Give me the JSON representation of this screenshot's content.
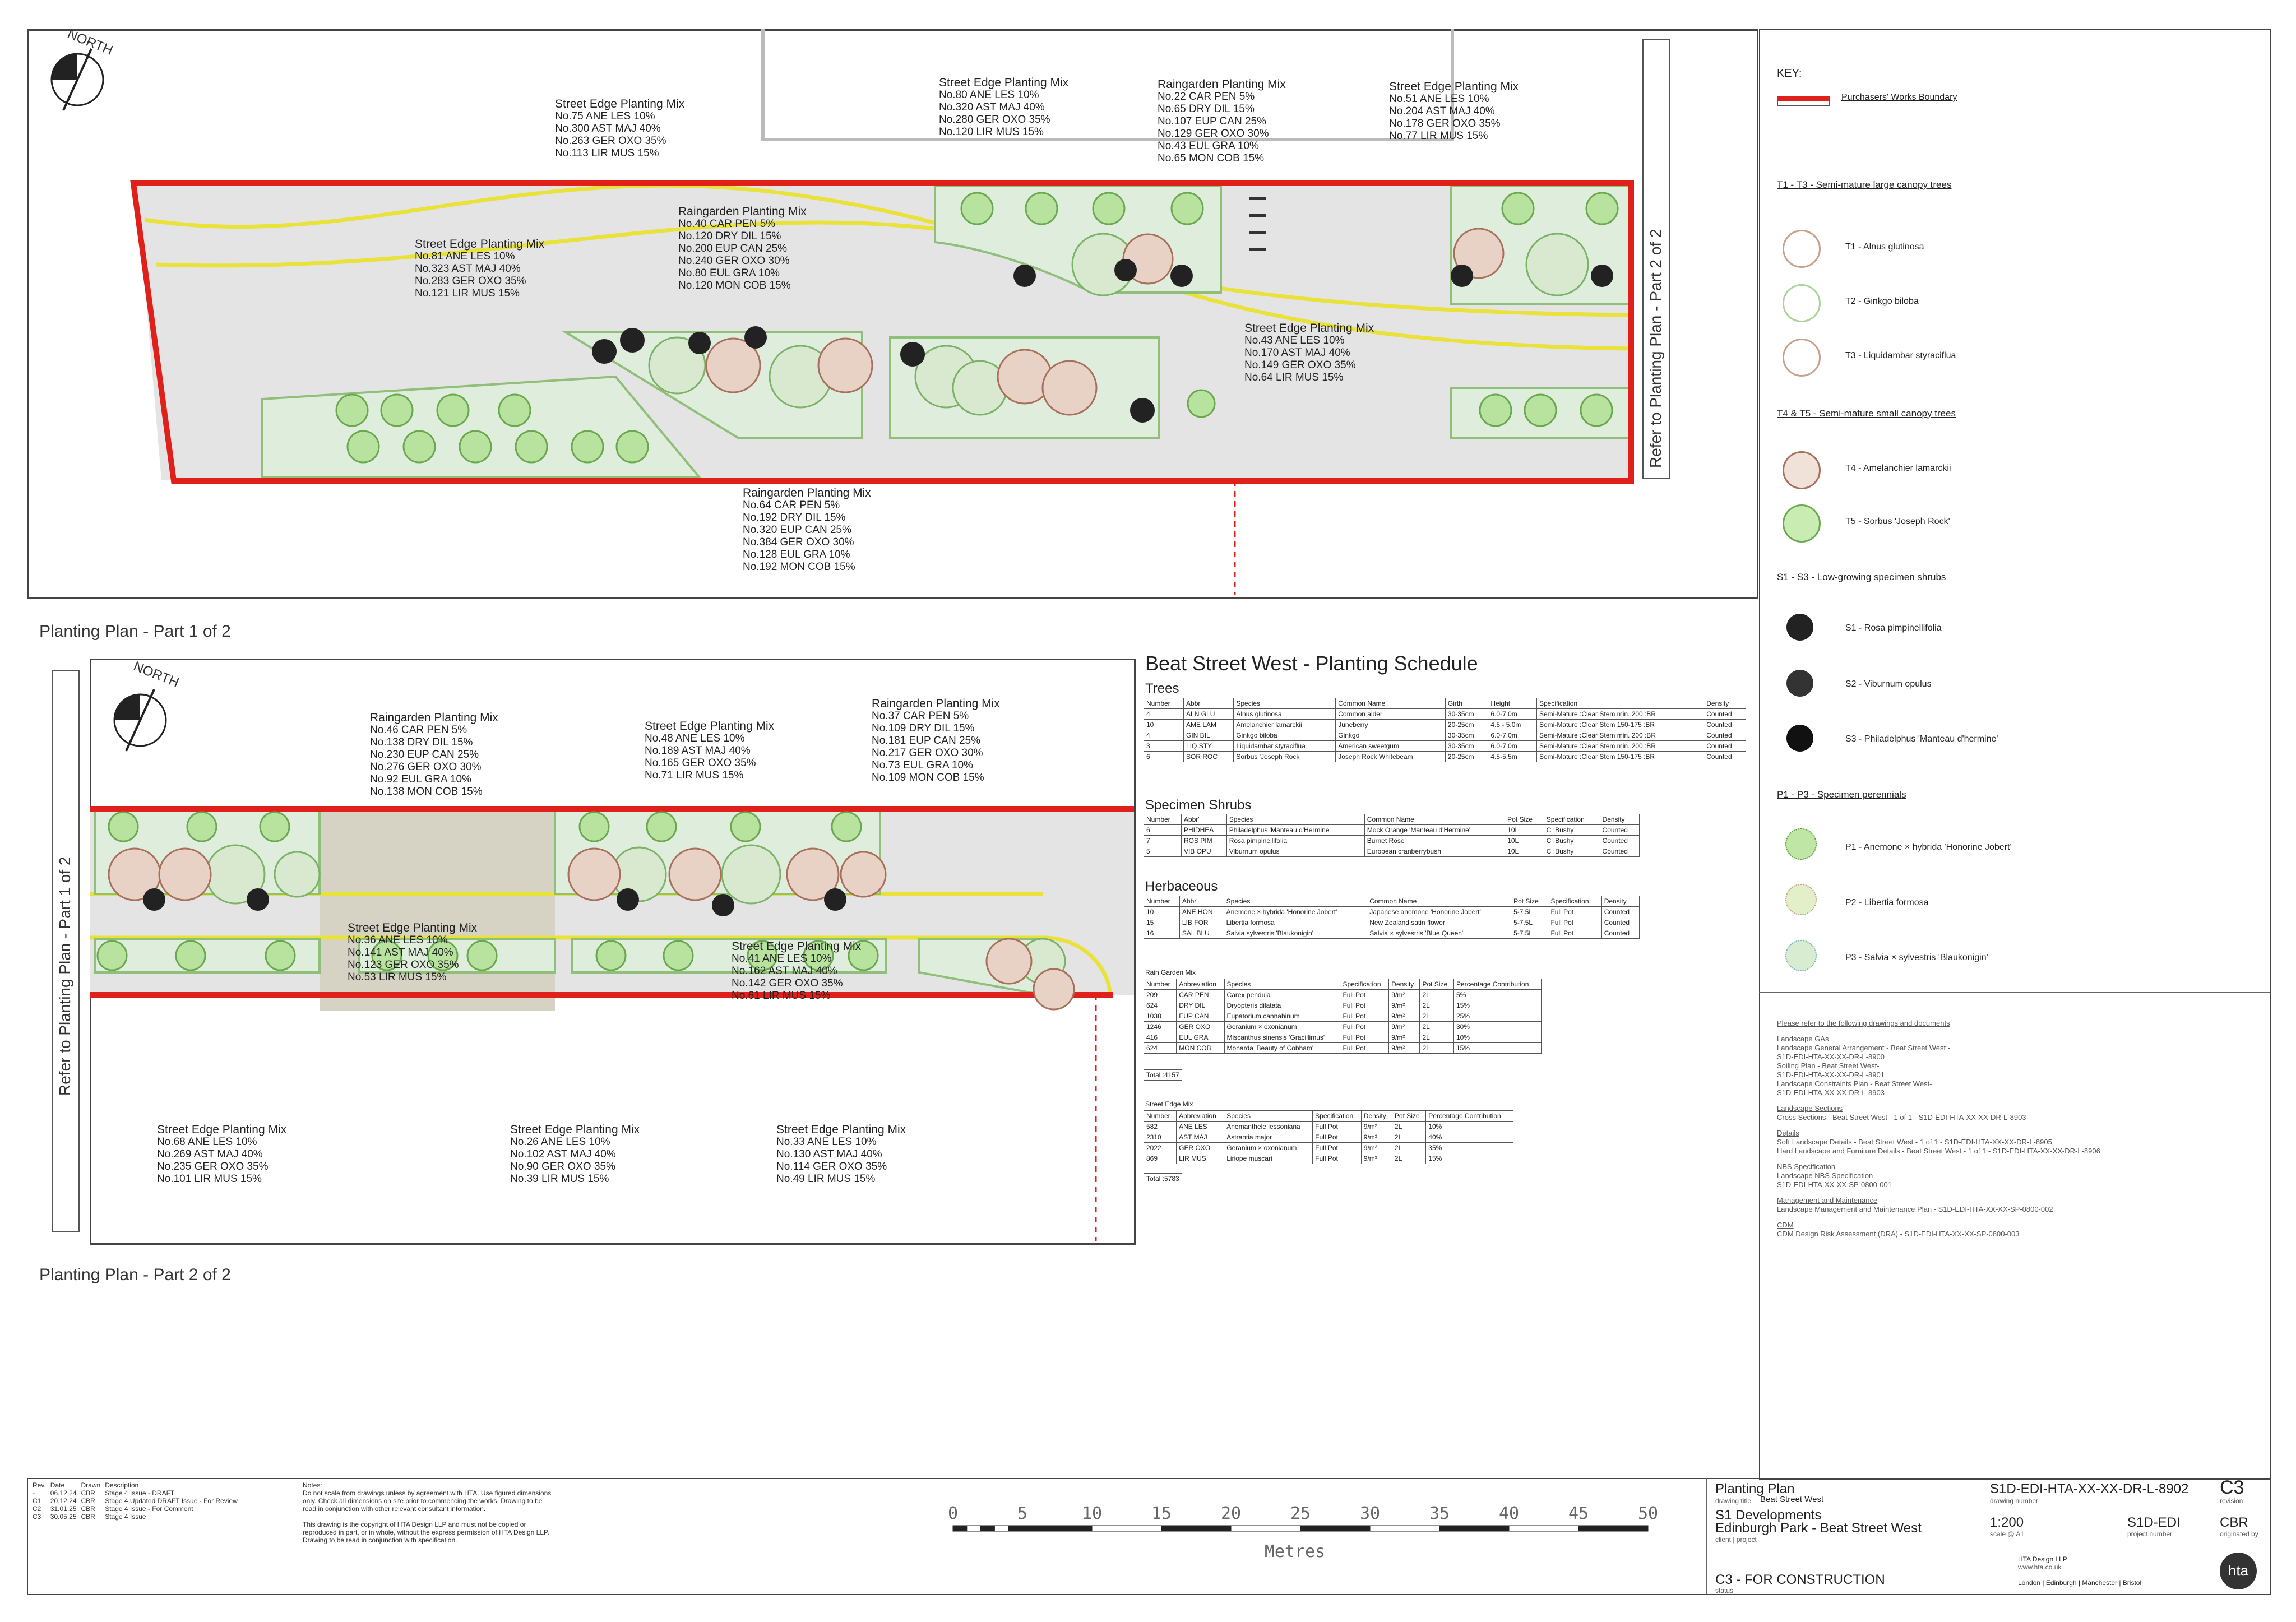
{
  "part1": {
    "caption": "Planting Plan - Part 1 of 2",
    "north": "NORTH",
    "side_ref": "Refer to Planting Plan - Part 2 of 2",
    "labels": [
      {
        "title": "Street Edge Planting Mix",
        "lines": [
          "No.75 ANE LES 10%",
          "No.300 AST MAJ 40%",
          "No.263 GER OXO 35%",
          "No.113 LIR MUS 15%"
        ]
      },
      {
        "title": "Street Edge Planting Mix",
        "lines": [
          "No.81 ANE LES 10%",
          "No.323 AST MAJ 40%",
          "No.283 GER OXO 35%",
          "No.121 LIR MUS 15%"
        ]
      },
      {
        "title": "Raingarden Planting Mix",
        "lines": [
          "No.40 CAR PEN 5%",
          "No.120 DRY DIL 15%",
          "No.200 EUP CAN 25%",
          "No.240 GER OXO 30%",
          "No.80 EUL GRA 10%",
          "No.120 MON COB 15%"
        ]
      },
      {
        "title": "Street Edge Planting Mix",
        "lines": [
          "No.80 ANE LES 10%",
          "No.320 AST MAJ 40%",
          "No.280 GER OXO 35%",
          "No.120 LIR MUS 15%"
        ]
      },
      {
        "title": "Raingarden Planting Mix",
        "lines": [
          "No.22 CAR PEN 5%",
          "No.65 DRY DIL 15%",
          "No.107 EUP CAN 25%",
          "No.129 GER OXO 30%",
          "No.43 EUL GRA 10%",
          "No.65 MON COB 15%"
        ]
      },
      {
        "title": "Street Edge Planting Mix",
        "lines": [
          "No.51 ANE LES 10%",
          "No.204 AST MAJ 40%",
          "No.178 GER OXO 35%",
          "No.77 LIR MUS 15%"
        ]
      },
      {
        "title": "Street Edge Planting Mix",
        "lines": [
          "No.43 ANE LES 10%",
          "No.170 AST MAJ 40%",
          "No.149 GER OXO 35%",
          "No.64 LIR MUS 15%"
        ]
      },
      {
        "title": "Raingarden Planting Mix",
        "lines": [
          "No.64 CAR PEN 5%",
          "No.192 DRY DIL 15%",
          "No.320 EUP CAN 25%",
          "No.384 GER OXO 30%",
          "No.128 EUL GRA 10%",
          "No.192 MON COB 15%"
        ]
      }
    ]
  },
  "part2": {
    "caption": "Planting Plan - Part 2 of 2",
    "north": "NORTH",
    "side_ref": "Refer to Planting Plan - Part 1 of 2",
    "labels": [
      {
        "title": "Raingarden Planting Mix",
        "lines": [
          "No.46 CAR PEN 5%",
          "No.138 DRY DIL 15%",
          "No.230 EUP CAN 25%",
          "No.276 GER OXO 30%",
          "No.92 EUL GRA 10%",
          "No.138 MON COB 15%"
        ]
      },
      {
        "title": "Street Edge Planting Mix",
        "lines": [
          "No.48 ANE LES 10%",
          "No.189 AST MAJ 40%",
          "No.165 GER OXO 35%",
          "No.71 LIR MUS 15%"
        ]
      },
      {
        "title": "Raingarden Planting Mix",
        "lines": [
          "No.37 CAR PEN 5%",
          "No.109 DRY DIL 15%",
          "No.181 EUP CAN 25%",
          "No.217 GER OXO 30%",
          "No.73 EUL GRA 10%",
          "No.109 MON COB 15%"
        ]
      },
      {
        "title": "Street Edge Planting Mix",
        "lines": [
          "No.36 ANE LES 10%",
          "No.141 AST MAJ 40%",
          "No.123 GER OXO 35%",
          "No.53 LIR MUS 15%"
        ]
      },
      {
        "title": "Street Edge Planting Mix",
        "lines": [
          "No.41 ANE LES 10%",
          "No.162 AST MAJ 40%",
          "No.142 GER OXO 35%",
          "No.61 LIR MUS 15%"
        ]
      },
      {
        "title": "Street Edge Planting Mix",
        "lines": [
          "No.68 ANE LES 10%",
          "No.269 AST MAJ 40%",
          "No.235 GER OXO 35%",
          "No.101 LIR MUS 15%"
        ]
      },
      {
        "title": "Street Edge Planting Mix",
        "lines": [
          "No.26 ANE LES 10%",
          "No.102 AST MAJ 40%",
          "No.90 GER OXO 35%",
          "No.39 LIR MUS 15%"
        ]
      },
      {
        "title": "Street Edge Planting Mix",
        "lines": [
          "No.33 ANE LES 10%",
          "No.130 AST MAJ 40%",
          "No.114 GER OXO 35%",
          "No.49 LIR MUS 15%"
        ]
      }
    ]
  },
  "schedule": {
    "title": "Beat Street West - Planting Schedule",
    "trees": {
      "heading": "Trees",
      "cols": [
        "Number",
        "Abbr'",
        "Species",
        "Common Name",
        "Girth",
        "Height",
        "Specification",
        "Density"
      ],
      "rows": [
        [
          "4",
          "ALN GLU",
          "Alnus glutinosa",
          "Common alder",
          "30-35cm",
          "6.0-7.0m",
          "Semi-Mature :Clear Stem min. 200 :BR",
          "Counted"
        ],
        [
          "10",
          "AME LAM",
          "Amelanchier lamarckii",
          "Juneberry",
          "20-25cm",
          "4.5 - 5.0m",
          "Semi-Mature :Clear Stem 150-175 :BR",
          "Counted"
        ],
        [
          "4",
          "GIN BIL",
          "Ginkgo biloba",
          "Ginkgo",
          "30-35cm",
          "6.0-7.0m",
          "Semi-Mature :Clear Stem min. 200 :BR",
          "Counted"
        ],
        [
          "3",
          "LIQ STY",
          "Liquidambar styraciflua",
          "American sweetgum",
          "30-35cm",
          "6.0-7.0m",
          "Semi-Mature :Clear Stem min. 200 :BR",
          "Counted"
        ],
        [
          "6",
          "SOR ROC",
          "Sorbus 'Joseph Rock'",
          "Joseph Rock Whitebeam",
          "20-25cm",
          "4.5-5.5m",
          "Semi-Mature :Clear Stem 150-175 :BR",
          "Counted"
        ]
      ]
    },
    "shrubs": {
      "heading": "Specimen Shrubs",
      "cols": [
        "Number",
        "Abbr'",
        "Species",
        "Common Name",
        "Pot Size",
        "Specification",
        "Density"
      ],
      "rows": [
        [
          "6",
          "PHIDHEA",
          "Philadelphus 'Manteau d'Hermine'",
          "Mock Orange 'Manteau d'Hermine'",
          "10L",
          "C :Bushy",
          "Counted"
        ],
        [
          "7",
          "ROS PIM",
          "Rosa pimpinellifolia",
          "Burnet Rose",
          "10L",
          "C :Bushy",
          "Counted"
        ],
        [
          "5",
          "VIB OPU",
          "Viburnum opulus",
          "European cranberrybush",
          "10L",
          "C :Bushy",
          "Counted"
        ]
      ]
    },
    "herbaceous": {
      "heading": "Herbaceous",
      "cols": [
        "Number",
        "Abbr'",
        "Species",
        "Common Name",
        "Pot Size",
        "Specification",
        "Density"
      ],
      "rows": [
        [
          "10",
          "ANE HON",
          "Anemone × hybrida 'Honorine Jobert'",
          "Japanese anemone 'Honorine Jobert'",
          "5-7.5L",
          "Full Pot",
          "Counted"
        ],
        [
          "15",
          "LIB FOR",
          "Libertia formosa",
          "New Zealand satin flower",
          "5-7.5L",
          "Full Pot",
          "Counted"
        ],
        [
          "16",
          "SAL BLU",
          "Salvia sylvestris 'Blaukonigin'",
          "Salvia × sylvestris 'Blue Queen'",
          "5-7.5L",
          "Full Pot",
          "Counted"
        ]
      ]
    },
    "rain": {
      "heading": "Rain Garden Mix",
      "cols": [
        "Number",
        "Abbreviation",
        "Species",
        "Specification",
        "Density",
        "Pot Size",
        "Percentage Contribution"
      ],
      "rows": [
        [
          "209",
          "CAR PEN",
          "Carex pendula",
          "Full Pot",
          "9/m²",
          "2L",
          "5%"
        ],
        [
          "624",
          "DRY DIL",
          "Dryopteris dilatata",
          "Full Pot",
          "9/m²",
          "2L",
          "15%"
        ],
        [
          "1038",
          "EUP CAN",
          "Eupatorium cannabinum",
          "Full Pot",
          "9/m²",
          "2L",
          "25%"
        ],
        [
          "1246",
          "GER OXO",
          "Geranium × oxonianum",
          "Full Pot",
          "9/m²",
          "2L",
          "30%"
        ],
        [
          "416",
          "EUL GRA",
          "Miscanthus sinensis 'Gracillimus'",
          "Full Pot",
          "9/m²",
          "2L",
          "10%"
        ],
        [
          "624",
          "MON COB",
          "Monarda 'Beauty of Cobham'",
          "Full Pot",
          "9/m²",
          "2L",
          "15%"
        ]
      ],
      "total": "Total :4157"
    },
    "street": {
      "heading": "Street Edge Mix",
      "cols": [
        "Number",
        "Abbreviation",
        "Species",
        "Specification",
        "Density",
        "Pot Size",
        "Percentage Contribution"
      ],
      "rows": [
        [
          "582",
          "ANE LES",
          "Anemanthele lessoniana",
          "Full Pot",
          "9/m²",
          "2L",
          "10%"
        ],
        [
          "2310",
          "AST MAJ",
          "Astrantia major",
          "Full Pot",
          "9/m²",
          "2L",
          "40%"
        ],
        [
          "2022",
          "GER OXO",
          "Geranium × oxonianum",
          "Full Pot",
          "9/m²",
          "2L",
          "35%"
        ],
        [
          "869",
          "LIR MUS",
          "Liriope muscari",
          "Full Pot",
          "9/m²",
          "2L",
          "15%"
        ]
      ],
      "total": "Total :5783"
    }
  },
  "key": {
    "title": "KEY:",
    "boundary": "Purchasers' Works Boundary",
    "groups": [
      {
        "heading": "T1 - T3 - Semi-mature large canopy trees",
        "items": [
          "T1 - Alnus glutinosa",
          "T2 - Ginkgo biloba",
          "T3 - Liquidambar styraciflua"
        ]
      },
      {
        "heading": "T4 & T5 - Semi-mature small canopy trees",
        "items": [
          "T4 - Amelanchier lamarckii",
          "T5 - Sorbus 'Joseph Rock'"
        ]
      },
      {
        "heading": "S1 - S3 - Low-growing specimen shrubs",
        "items": [
          "S1 - Rosa pimpinellifolia",
          "S2 - Viburnum opulus",
          "S3 - Philadelphus 'Manteau d'hermine'"
        ]
      },
      {
        "heading": "P1 - P3 - Specimen perennials",
        "items": [
          "P1 - Anemone × hybrida 'Honorine Jobert'",
          "P2 - Libertia formosa",
          "P3 - Salvia × sylvestris 'Blaukonigin'"
        ]
      }
    ],
    "colors": {
      "boundary": "#e0201b",
      "road_edge": "#e8e23a",
      "planting": "#9fd08a",
      "tree_t": "#c8a089"
    }
  },
  "references": {
    "intro": "Please refer to the following drawings and documents",
    "sections": [
      {
        "heading": "Landscape GAs",
        "lines": [
          "Landscape General Arrangement - Beat Street West -",
          "S1D-EDI-HTA-XX-XX-DR-L-8900",
          "Soiling Plan - Beat Street West-",
          "S1D-EDI-HTA-XX-XX-DR-L-8901",
          "Landscape Constraints Plan - Beat Street West-",
          "S1D-EDI-HTA-XX-XX-DR-L-8903"
        ]
      },
      {
        "heading": "Landscape Sections",
        "lines": [
          "Cross Sections - Beat Street West - 1 of 1 - S1D-EDI-HTA-XX-XX-DR-L-8903"
        ]
      },
      {
        "heading": "Details",
        "lines": [
          "Soft Landscape Details - Beat Street West - 1 of 1 - S1D-EDI-HTA-XX-XX-DR-L-8905",
          "Hard Landscape and Furniture Details - Beat Street West - 1 of 1 - S1D-EDI-HTA-XX-XX-DR-L-8906"
        ]
      },
      {
        "heading": "NBS Specification",
        "lines": [
          "Landscape NBS Specification -",
          "S1D-EDI-HTA-XX-XX-SP-0800-001"
        ]
      },
      {
        "heading": "Management and Maintenance",
        "lines": [
          "Landscape Management and Maintenance Plan - S1D-EDI-HTA-XX-XX-SP-0800-002"
        ]
      },
      {
        "heading": "CDM",
        "lines": [
          "CDM Design Risk Assessment (DRA) - S1D-EDI-HTA-XX-XX-SP-0800-003"
        ]
      }
    ]
  },
  "revisions": {
    "cols": [
      "Rev.",
      "Date",
      "Drawn",
      "Description"
    ],
    "rows": [
      [
        "-",
        "06.12.24",
        "CBR",
        "Stage 4 Issue - DRAFT"
      ],
      [
        "C1",
        "20.12.24",
        "CBR",
        "Stage 4 Updated DRAFT Issue - For Review"
      ],
      [
        "C2",
        "31.01.25",
        "CBR",
        "Stage 4 Issue - For Comment"
      ],
      [
        "C3",
        "30.05.25",
        "CBR",
        "Stage 4 Issue"
      ]
    ]
  },
  "notes": {
    "heading": "Notes:",
    "text": [
      "Do not scale from drawings unless by agreement with HTA. Use figured dimensions",
      "only. Check all dimensions on site prior to commencing the works. Drawing to be",
      "read in conjunction with other relevant consultant information.",
      "",
      "This drawing is the copyright of HTA Design LLP and must not be copied or",
      "reproduced in part, or in whole, without the express permission of HTA Design LLP.",
      "Drawing to be read in conjunction with specification."
    ]
  },
  "scale_bar": {
    "ticks": [
      "0",
      "5",
      "10",
      "15",
      "20",
      "25",
      "30",
      "35",
      "40",
      "45",
      "50"
    ],
    "unit": "Metres"
  },
  "title_block": {
    "drawing_title": "Planting Plan",
    "drawing_title_lbl": "drawing title",
    "drawing_sub": "Beat Street West",
    "client_line1": "S1 Developments",
    "client_line2": "Edinburgh Park - Beat Street West",
    "client_lbl": "client | project",
    "status": "C3 - FOR CONSTRUCTION",
    "status_lbl": "status",
    "drawing_number": "S1D-EDI-HTA-XX-XX-DR-L-8902",
    "drawing_number_lbl": "drawing number",
    "revision": "C3",
    "revision_lbl": "revision",
    "scale": "1:200",
    "scale_lbl": "scale @ A1",
    "project_number": "S1D-EDI",
    "project_number_lbl": "project number",
    "originator": "CBR",
    "originator_lbl": "originated by",
    "company": "HTA Design LLP",
    "web": "www.hta.co.uk",
    "offices": "London  |  Edinburgh  |  Manchester  |  Bristol",
    "logo": "hta"
  }
}
